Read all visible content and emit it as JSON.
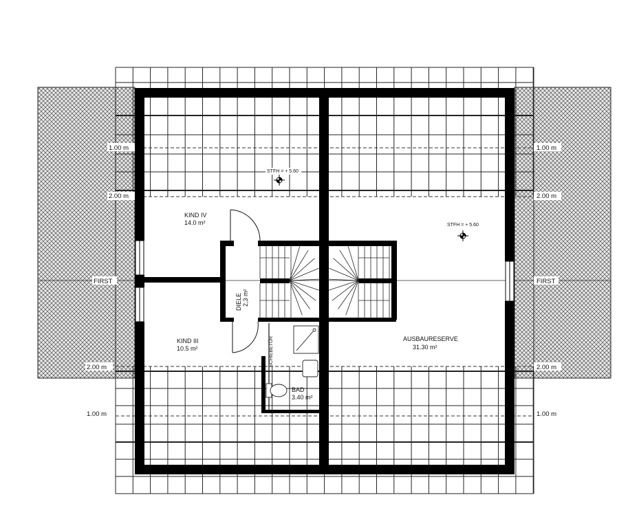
{
  "plan": {
    "rooms": [
      {
        "name": "KIND IV",
        "area": "14.0 m²"
      },
      {
        "name": "KIND III",
        "area": "10.5  m²"
      },
      {
        "name": "DIELE",
        "area": "2,3 m²"
      },
      {
        "name": "BAD",
        "area": "3.40 m²"
      },
      {
        "name": "AUSBAURESERVE",
        "area": "31.30 m²"
      }
    ],
    "door_label": "SCHIEBETÜR",
    "levels": [
      "STFH = + 5.60",
      "STFH = + 5.60"
    ],
    "ridge_label": "FIRST",
    "dims": {
      "one": "1.00 m",
      "two": "2.00 m"
    }
  }
}
